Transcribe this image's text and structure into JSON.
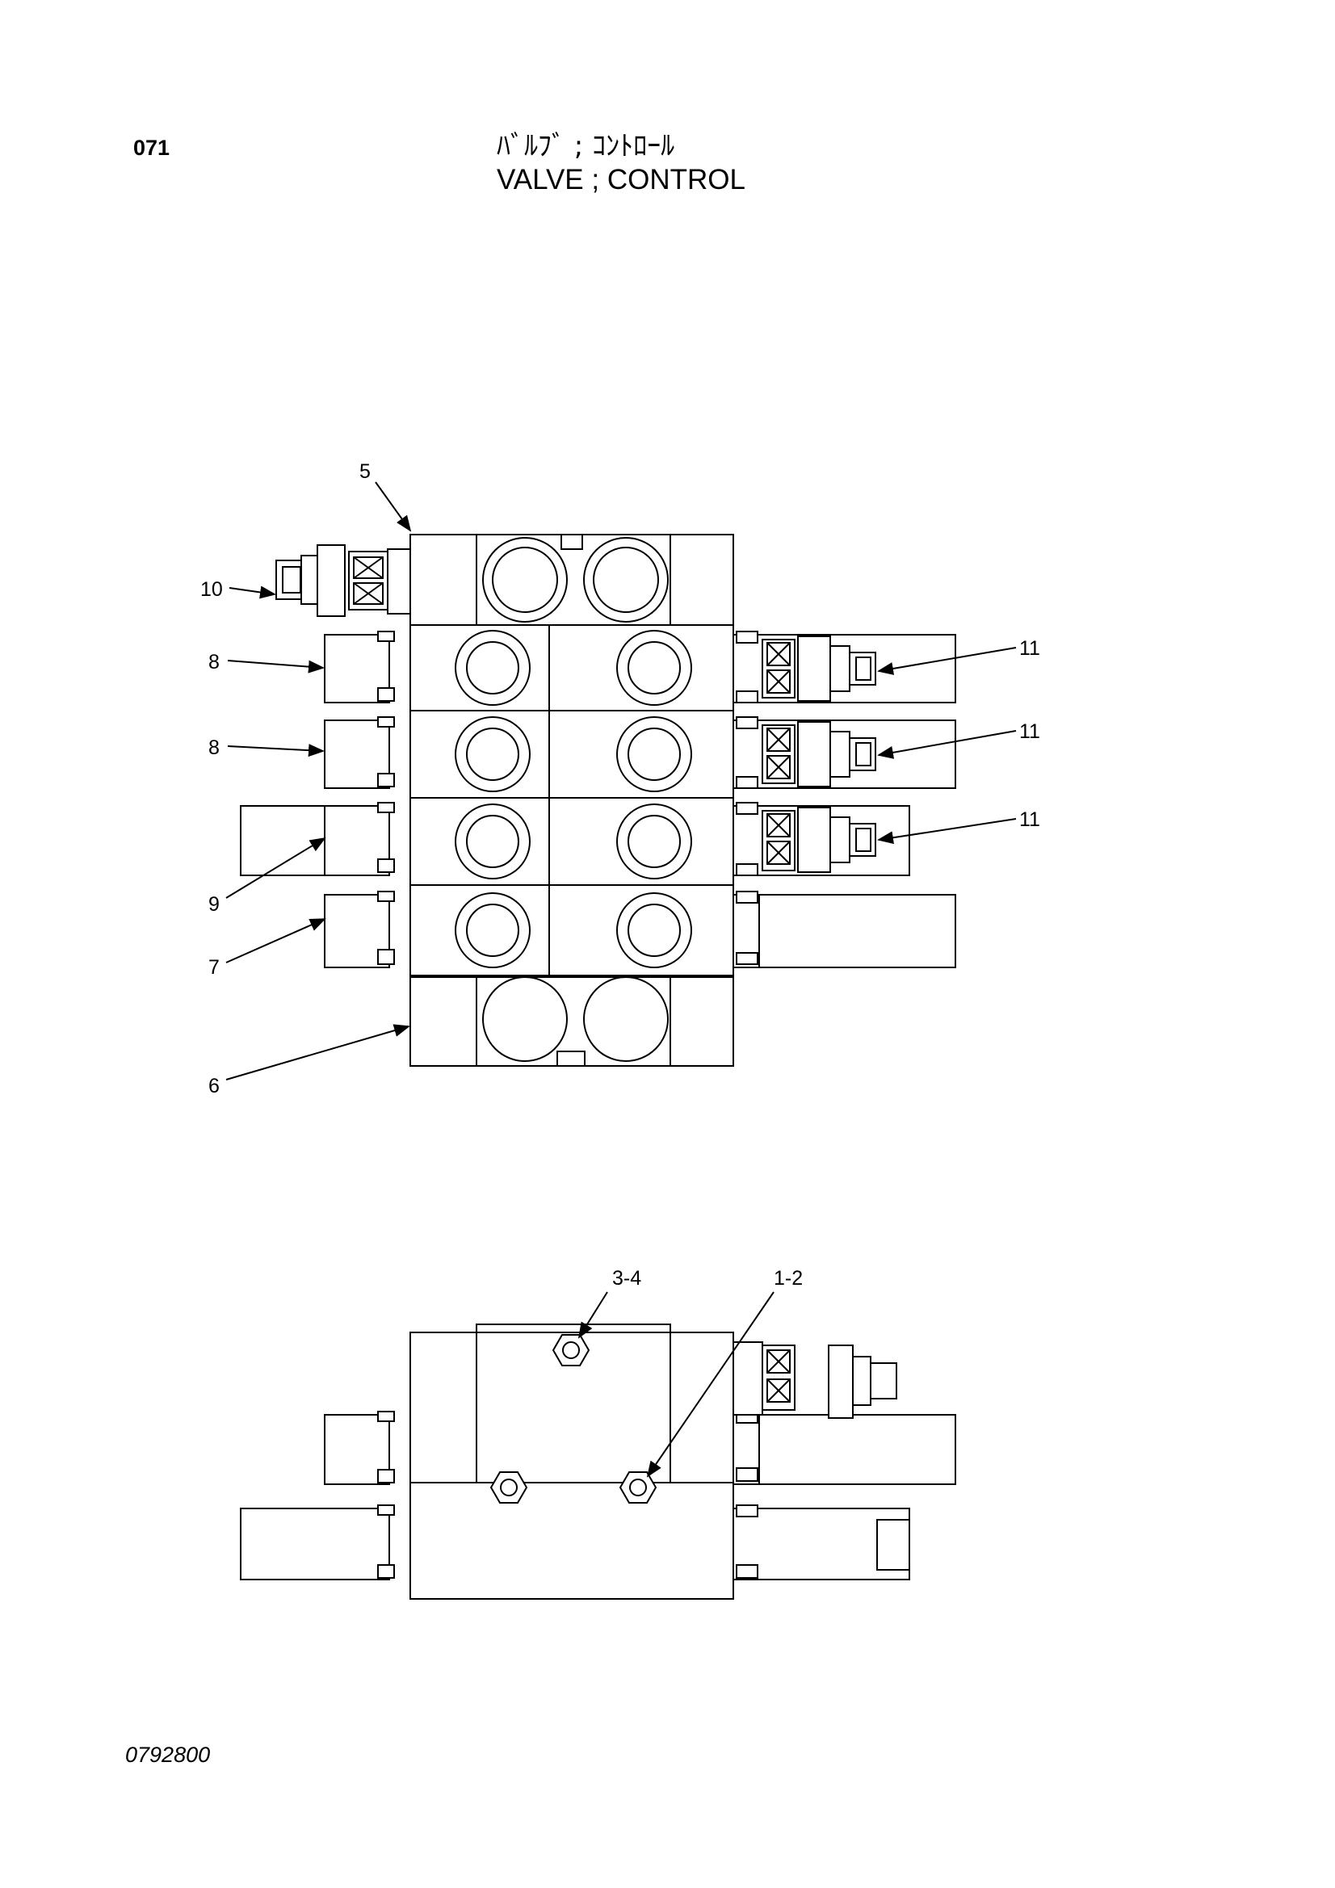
{
  "header": {
    "page_number": "071",
    "title_jp": "ﾊﾞﾙﾌﾞ ; ｺﾝﾄﾛｰﾙ",
    "title_en": "VALVE ; CONTROL"
  },
  "footer": {
    "document_id": "0792800"
  },
  "callouts": {
    "top_view": [
      "5",
      "10",
      "8",
      "8",
      "9",
      "7",
      "6",
      "11",
      "11",
      "11"
    ],
    "bottom_view": [
      "3-4",
      "1-2"
    ]
  }
}
